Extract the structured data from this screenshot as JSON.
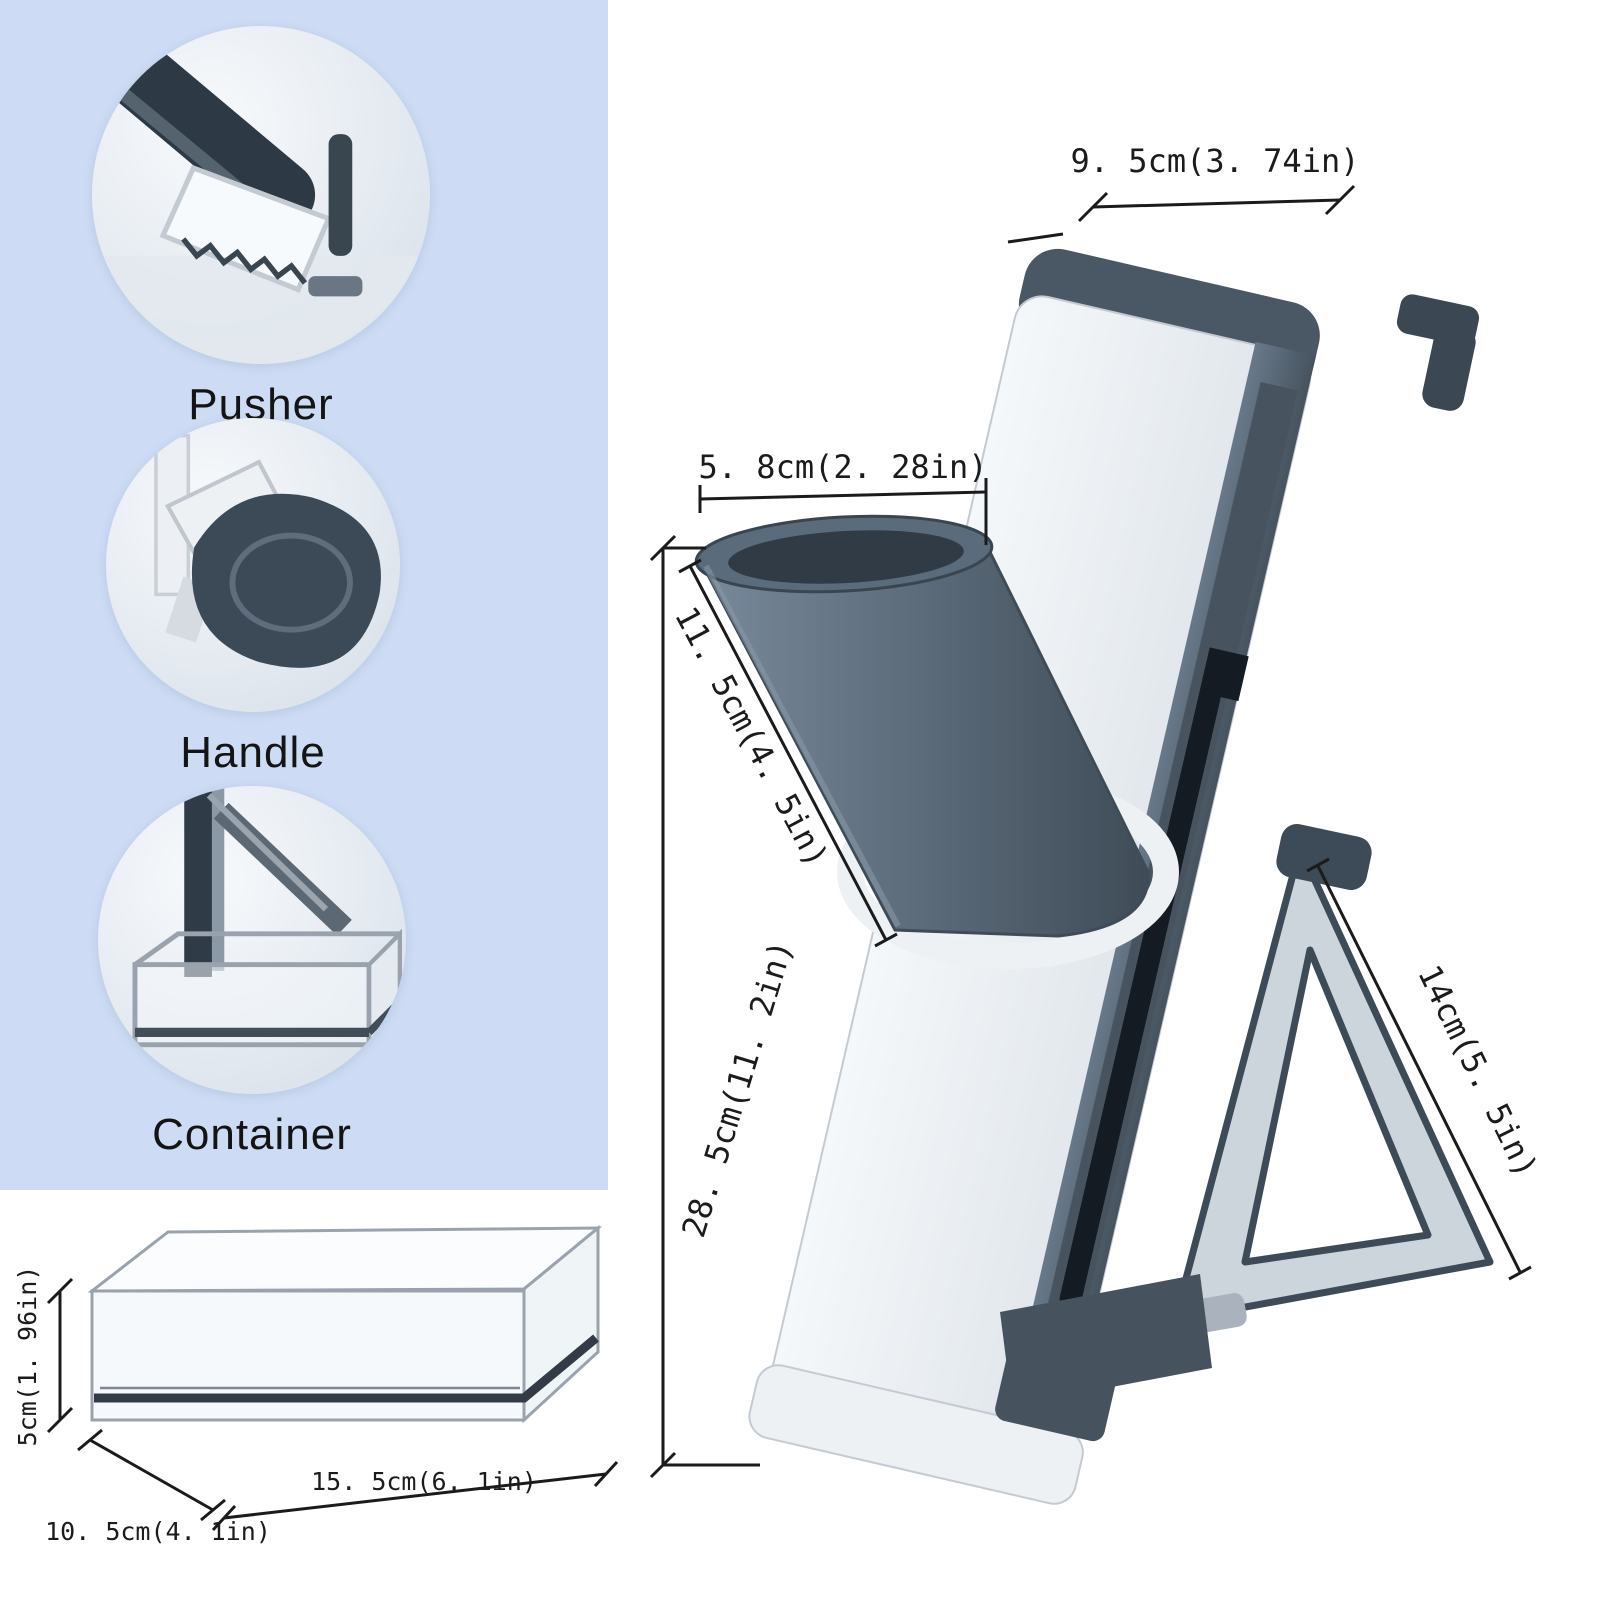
{
  "page": {
    "panel_bg": "#cddcf4",
    "bg": "#ffffff",
    "product_dark": "#3f4c58",
    "product_light": "#e8edf2"
  },
  "callouts": [
    {
      "label": "Pusher"
    },
    {
      "label": "Handle"
    },
    {
      "label": "Container"
    }
  ],
  "container_diagram": {
    "dim_height": "5cm(1. 96in)",
    "dim_depth": "10. 5cm(4. 1in)",
    "dim_width": "15. 5cm(6. 1in)"
  },
  "product_diagram": {
    "dim_top_width": "9. 5cm(3. 74in)",
    "dim_hopper_opening": "5. 8cm(2. 28in)",
    "dim_hopper_length": "11. 5cm(4. 5in)",
    "dim_body_height": "28. 5cm(11. 2in)",
    "dim_stand_length": "14cm(5. 5in)"
  }
}
